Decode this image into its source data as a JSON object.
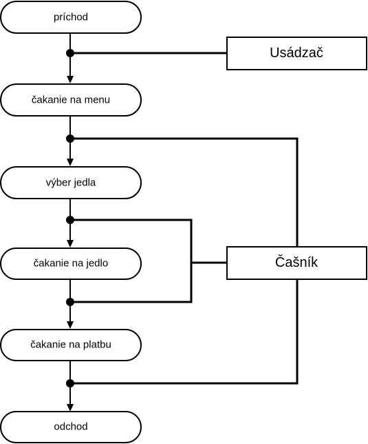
{
  "states": {
    "arrival": "príchod",
    "waiting_menu": "čakanie na menu",
    "choosing_meal": "výber jedla",
    "waiting_meal": "čakanie na jedlo",
    "waiting_payment": "čakanie na platbu",
    "departure": "odchod"
  },
  "actors": {
    "host": "Usádzač",
    "waiter": "Čašník"
  }
}
